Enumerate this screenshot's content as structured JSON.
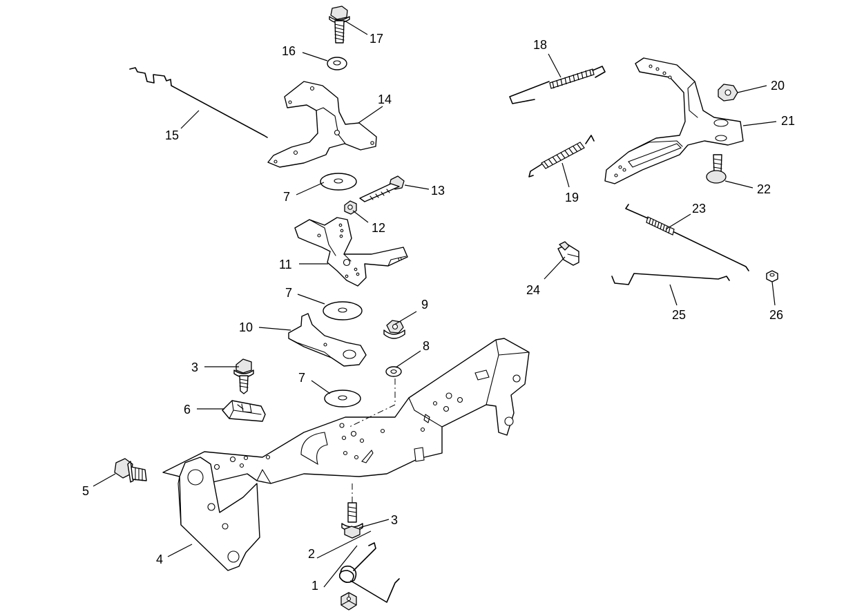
{
  "diagram": {
    "callouts": [
      {
        "id": "c1",
        "label": "1"
      },
      {
        "id": "c2",
        "label": "2"
      },
      {
        "id": "c3a",
        "label": "3"
      },
      {
        "id": "c3b",
        "label": "3"
      },
      {
        "id": "c4",
        "label": "4"
      },
      {
        "id": "c5",
        "label": "5"
      },
      {
        "id": "c6",
        "label": "6"
      },
      {
        "id": "c7a",
        "label": "7"
      },
      {
        "id": "c7b",
        "label": "7"
      },
      {
        "id": "c7c",
        "label": "7"
      },
      {
        "id": "c8",
        "label": "8"
      },
      {
        "id": "c9",
        "label": "9"
      },
      {
        "id": "c10",
        "label": "10"
      },
      {
        "id": "c11",
        "label": "11"
      },
      {
        "id": "c12",
        "label": "12"
      },
      {
        "id": "c13",
        "label": "13"
      },
      {
        "id": "c14",
        "label": "14"
      },
      {
        "id": "c15",
        "label": "15"
      },
      {
        "id": "c16",
        "label": "16"
      },
      {
        "id": "c17",
        "label": "17"
      },
      {
        "id": "c18",
        "label": "18"
      },
      {
        "id": "c19",
        "label": "19"
      },
      {
        "id": "c20",
        "label": "20"
      },
      {
        "id": "c21",
        "label": "21"
      },
      {
        "id": "c22",
        "label": "22"
      },
      {
        "id": "c23",
        "label": "23"
      },
      {
        "id": "c24",
        "label": "24"
      },
      {
        "id": "c25",
        "label": "25"
      },
      {
        "id": "c26",
        "label": "26"
      }
    ]
  }
}
